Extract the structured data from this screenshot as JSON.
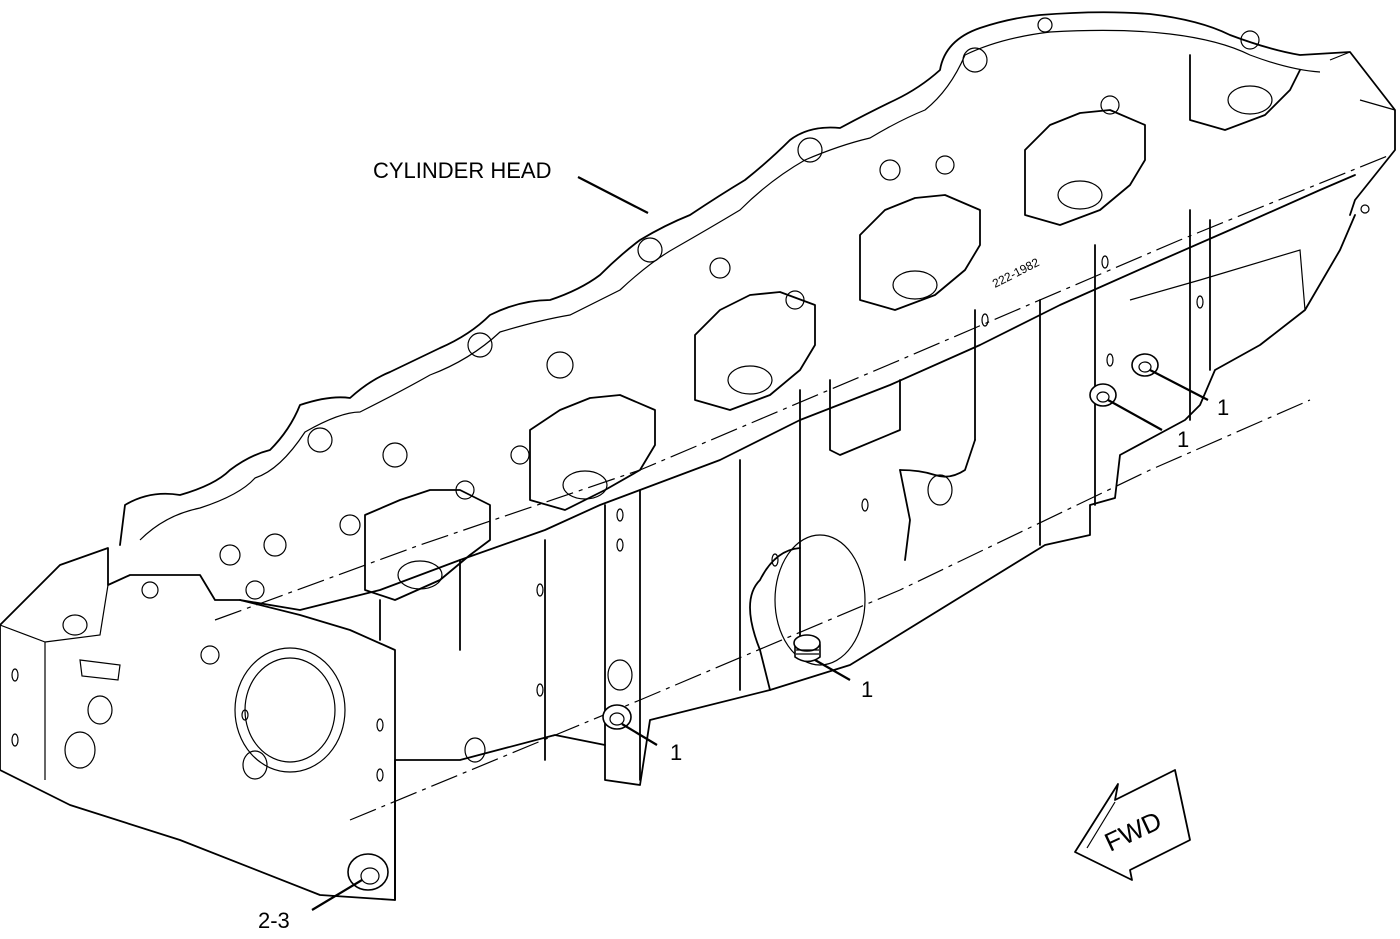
{
  "labels": {
    "main": "CYLINDER HEAD",
    "fwd": "FWD",
    "part_number": "222-1982"
  },
  "callouts": [
    {
      "text": "1"
    },
    {
      "text": "1"
    },
    {
      "text": "1"
    },
    {
      "text": "1"
    },
    {
      "text": "2-3"
    }
  ]
}
